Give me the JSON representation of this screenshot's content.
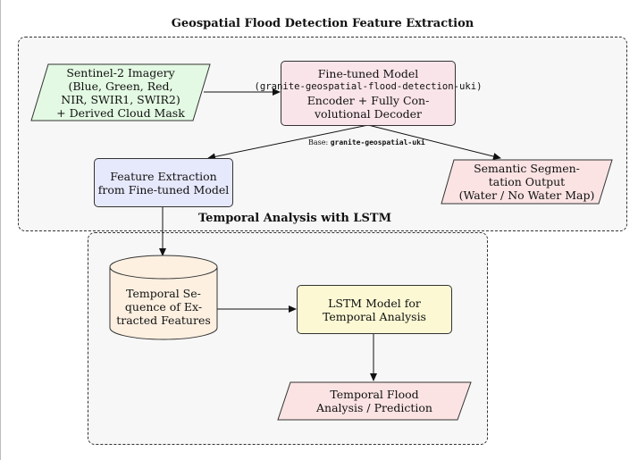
{
  "title": "Geospatial Flood Detection  Feature Extraction",
  "lstm_group_title": "Temporal Analysis with LSTM",
  "nodes": {
    "input": [
      "Sentinel-2 Imagery",
      "(Blue, Green, Red,",
      "NIR, SWIR1, SWIR2)",
      "+ Derived Cloud Mask"
    ],
    "model_l1": "Fine-tuned Model",
    "model_l2": "(granite-geospatial-flood-detection-uki)",
    "model_l3": "Encoder + Fully Con-",
    "model_l4": "volutional Decoder",
    "feature": [
      "Feature Extraction",
      "from Fine-tuned Model"
    ],
    "segmentation": [
      "Semantic Segmen-",
      "tation Output",
      "(Water / No Water Map)"
    ],
    "sequence": [
      "Temporal Se-",
      "quence of Ex-",
      "tracted Features"
    ],
    "lstm": [
      "LSTM Model for",
      "Temporal Analysis"
    ],
    "prediction": [
      "Temporal Flood",
      "Analysis / Prediction"
    ]
  },
  "edge_label_prefix": "Base: ",
  "edge_label_code": "granite-geospatial-uki",
  "colors": {
    "input_fill": "#e3f9e3",
    "model_fill": "#f9e4e9",
    "feature_fill": "#e6e8fb",
    "segmentation_fill": "#fbe3e3",
    "sequence_fill": "#fdf0e1",
    "lstm_fill": "#fbf8d3",
    "prediction_fill": "#fbe3e3",
    "group_fill": "#f7f7f7",
    "stroke": "#333333"
  }
}
